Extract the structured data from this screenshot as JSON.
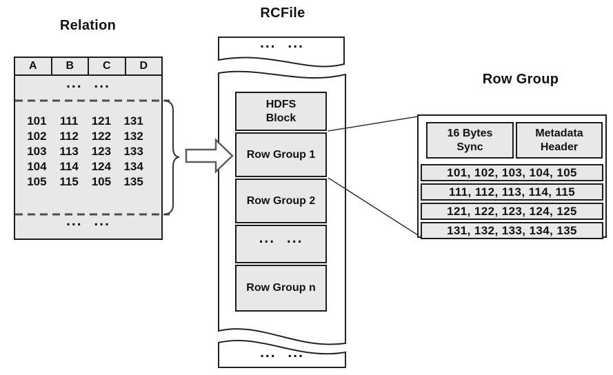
{
  "relation": {
    "title": "Relation",
    "columns": [
      "A",
      "B",
      "C",
      "D"
    ],
    "ellipsis_top": "... ...",
    "ellipsis_bottom": "... ...",
    "rows": [
      [
        "101",
        "111",
        "121",
        "131"
      ],
      [
        "102",
        "112",
        "122",
        "132"
      ],
      [
        "103",
        "113",
        "123",
        "133"
      ],
      [
        "104",
        "114",
        "124",
        "134"
      ],
      [
        "105",
        "115",
        "105",
        "135"
      ]
    ]
  },
  "rcfile": {
    "title": "RCFile",
    "file_ellipsis_top": "... ...",
    "file_ellipsis_bottom": "... ...",
    "segments": [
      "HDFS Block",
      "Row Group 1",
      "Row Group 2",
      "... ...",
      "Row Group n"
    ]
  },
  "rowgroup": {
    "title": "Row Group",
    "sync_label": "16 Bytes Sync",
    "metadata_label": "Metadata Header",
    "rows": [
      "101, 102, 103, 104, 105",
      "111, 112, 113, 114, 115",
      "121, 122, 123, 124, 125",
      "131, 132, 133, 134, 135"
    ]
  },
  "colors": {
    "box_fill": "#e8e8e8",
    "border": "#1a1a1a",
    "dashed_line": "#4d4d4d",
    "arrow_outline": "#5a5a5a",
    "background": "#ffffff",
    "text": "#111111"
  }
}
